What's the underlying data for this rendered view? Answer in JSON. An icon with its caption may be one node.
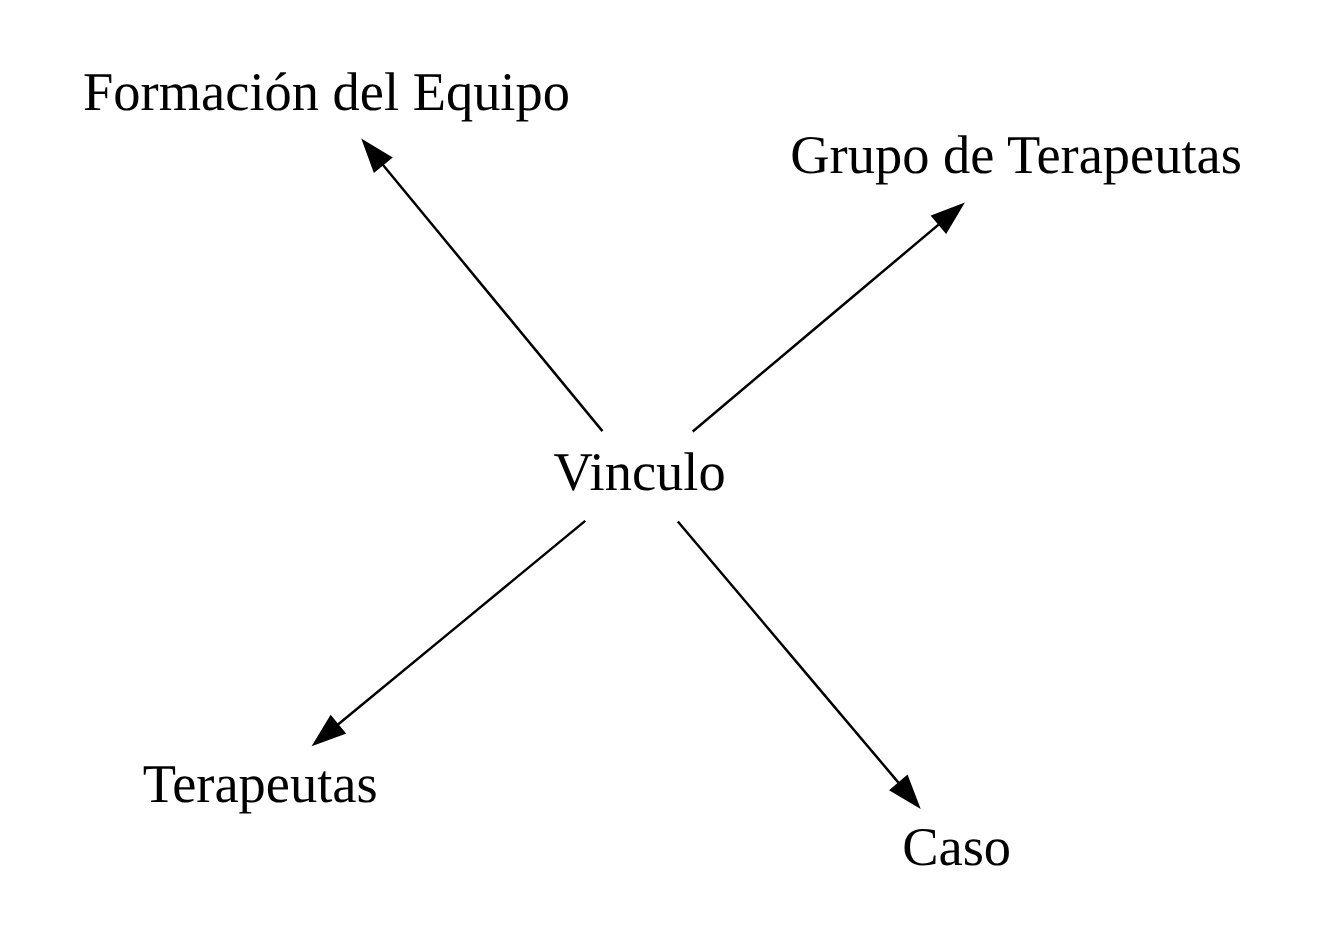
{
  "diagram": {
    "nodes": [
      {
        "text": [
          "Terapeutas"
        ]
      },
      {
        "text": [
          "Caso"
        ]
      },
      {
        "text": [
          "Vinculo"
        ]
      },
      {
        "text": [
          "Formación del Equipo"
        ]
      },
      {
        "text": [
          "Grupo de Terapeutas"
        ]
      }
    ],
    "edges": [
      {
        "from": 2,
        "to": 0,
        "arrow": "to"
      },
      {
        "from": 2,
        "to": 1,
        "arrow": "to"
      },
      {
        "from": 2,
        "to": 3,
        "arrow": "to"
      },
      {
        "from": 2,
        "to": 4,
        "arrow": "to"
      }
    ]
  }
}
